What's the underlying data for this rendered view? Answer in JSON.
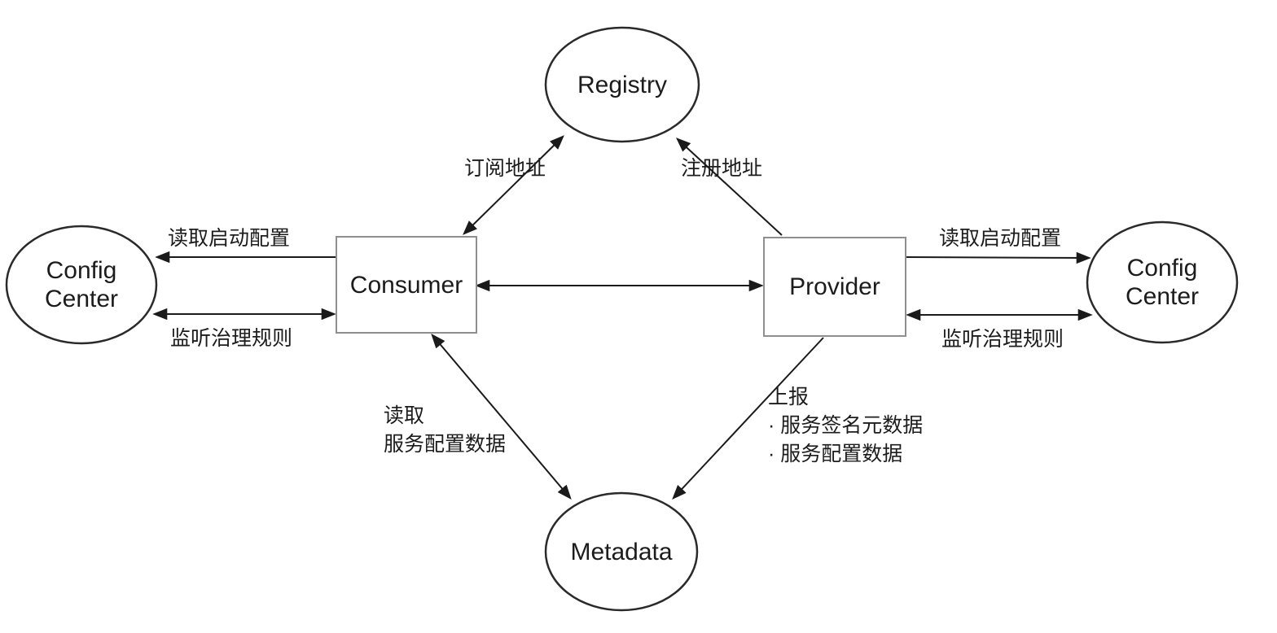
{
  "diagram": {
    "nodes": {
      "registry": "Registry",
      "consumer": "Consumer",
      "provider": "Provider",
      "metadata": "Metadata",
      "config_center_left": "Config Center",
      "config_center_right": "Config Center"
    },
    "edge_labels": {
      "subscribe_address": "订阅地址",
      "register_address": "注册地址",
      "read_startup_config_left": "读取启动配置",
      "listen_governance_rules_left": "监听治理规则",
      "read_startup_config_right": "读取启动配置",
      "listen_governance_rules_right": "监听治理规则",
      "read_service_config": {
        "line1": "读取",
        "line2": "服务配置数据"
      },
      "report": {
        "line1": "上报",
        "line2": "· 服务签名元数据",
        "line3": "· 服务配置数据"
      }
    },
    "colors": {
      "background": "#ffffff",
      "line": "#1a1a1a",
      "ellipse_border": "#2a2a2a",
      "box_border": "#8f8f8f",
      "text": "#1c1c1c"
    }
  }
}
